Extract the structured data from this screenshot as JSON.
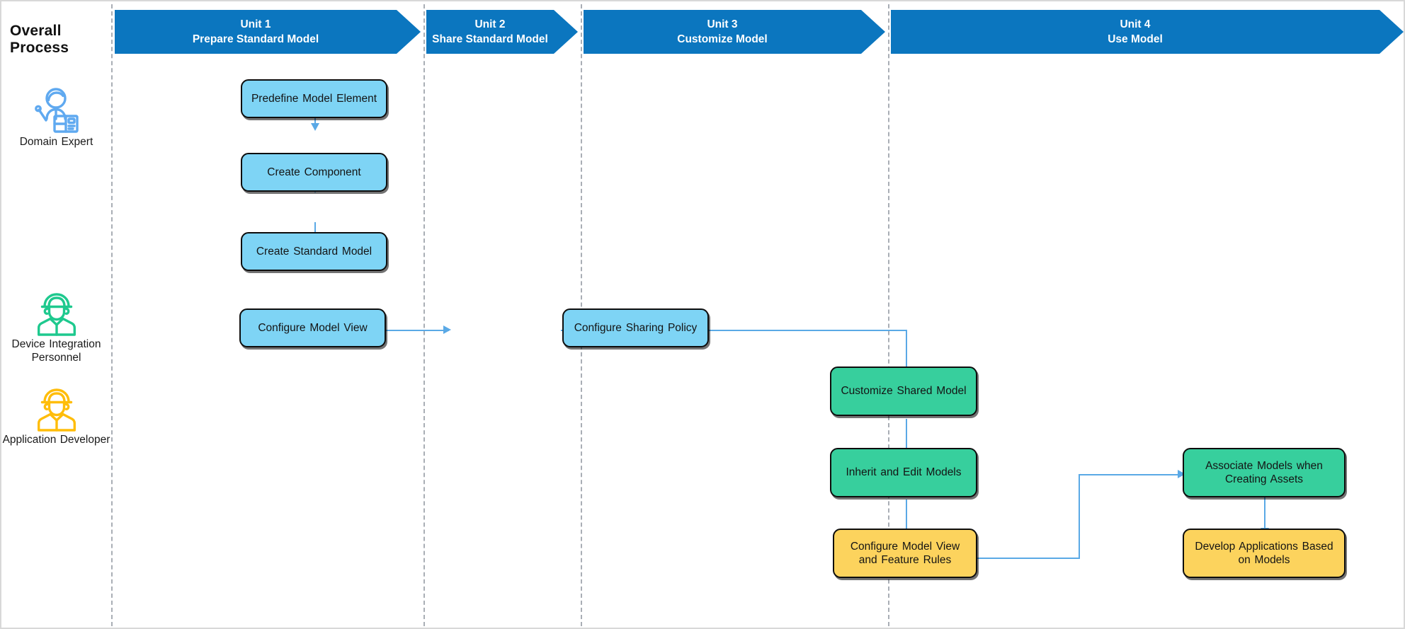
{
  "diagram": {
    "title": "Overall Process",
    "colors": {
      "unit_banner": "#0b76bf",
      "node_blue": "#7ed4f5",
      "node_green": "#37cf9d",
      "node_yellow": "#fcd35d",
      "connector": "#5aa9e6",
      "lane_divider": "#a9aeb5",
      "role_domain_expert": "#5fa9f0",
      "role_device_integration": "#1ec98e",
      "role_application_developer": "#ffbd0a"
    }
  },
  "roles": [
    {
      "id": "domain-expert",
      "label": "Domain Expert",
      "icon": "presenter-person-icon",
      "color": "#5fa9f0"
    },
    {
      "id": "device-integration-personnel",
      "label": "Device Integration\nPersonnel",
      "label_line1": "Device Integration",
      "label_line2": "Personnel",
      "icon": "helmet-worker-icon",
      "color": "#1ec98e"
    },
    {
      "id": "application-developer",
      "label": "Application Developer",
      "icon": "helmet-worker-icon",
      "color": "#ffbd0a"
    }
  ],
  "units": [
    {
      "id": "unit-1",
      "number": "Unit 1",
      "name": "Prepare Standard Model"
    },
    {
      "id": "unit-2",
      "number": "Unit 2",
      "name": "Share Standard Model"
    },
    {
      "id": "unit-3",
      "number": "Unit 3",
      "name": "Customize Model"
    },
    {
      "id": "unit-4",
      "number": "Unit 4",
      "name": "Use Model"
    }
  ],
  "nodes": [
    {
      "id": "predefine-model-element",
      "label": "Predefine Model Element",
      "unit": "unit-1",
      "role": "domain-expert",
      "color": "blue"
    },
    {
      "id": "create-component",
      "label": "Create Component",
      "unit": "unit-1",
      "role": "domain-expert",
      "color": "blue"
    },
    {
      "id": "create-standard-model",
      "label": "Create Standard Model",
      "unit": "unit-1",
      "role": "domain-expert",
      "color": "blue"
    },
    {
      "id": "configure-model-view",
      "label": "Configure Model View",
      "unit": "unit-1",
      "role": "domain-expert",
      "color": "blue"
    },
    {
      "id": "configure-sharing-policy",
      "label": "Configure Sharing Policy",
      "unit": "unit-2",
      "role": "domain-expert",
      "color": "blue"
    },
    {
      "id": "customize-shared-model",
      "label": "Customize Shared Model",
      "unit": "unit-3",
      "role": "device-integration-personnel",
      "color": "green"
    },
    {
      "id": "inherit-and-edit-models",
      "label": "Inherit and Edit Models",
      "unit": "unit-3",
      "role": "device-integration-personnel",
      "color": "green"
    },
    {
      "id": "configure-model-view-and-feature-rules",
      "label": "Configure Model View and Feature Rules",
      "label_line1": "Configure Model View",
      "label_line2": "and Feature Rules",
      "unit": "unit-3",
      "role": "application-developer",
      "color": "yellow"
    },
    {
      "id": "associate-models-when-creating-assets",
      "label": "Associate Models when Creating Assets",
      "label_line1": "Associate Models when",
      "label_line2": "Creating Assets",
      "unit": "unit-4",
      "role": "device-integration-personnel",
      "color": "green"
    },
    {
      "id": "develop-applications-based-on-models",
      "label": "Develop Applications Based on Models",
      "label_line1": "Develop Applications Based",
      "label_line2": "on Models",
      "unit": "unit-4",
      "role": "application-developer",
      "color": "yellow"
    }
  ],
  "edges": [
    {
      "from": "predefine-model-element",
      "to": "create-component"
    },
    {
      "from": "create-component",
      "to": "create-standard-model"
    },
    {
      "from": "create-standard-model",
      "to": "configure-model-view"
    },
    {
      "from": "configure-model-view",
      "to": "configure-sharing-policy"
    },
    {
      "from": "configure-sharing-policy",
      "to": "customize-shared-model"
    },
    {
      "from": "customize-shared-model",
      "to": "inherit-and-edit-models"
    },
    {
      "from": "inherit-and-edit-models",
      "to": "configure-model-view-and-feature-rules"
    },
    {
      "from": "configure-model-view-and-feature-rules",
      "to": "associate-models-when-creating-assets"
    },
    {
      "from": "associate-models-when-creating-assets",
      "to": "develop-applications-based-on-models"
    }
  ]
}
